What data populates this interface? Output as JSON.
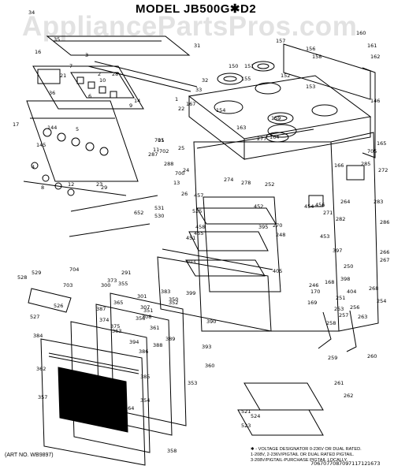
{
  "title": "MODEL  JB500G✱D2",
  "watermark": "AppliancePartsPros.com",
  "art_number": "(ART NO. WB9897)",
  "notes": [
    "✱ - VOLTAGE DESIGNATOR 0-236V OR DUAL RATED.",
    "1-208V, 2-236V/PIGTAIL OR DUAL RATED PIGTAIL.",
    "3-208V/PIGTAIL-PURCHASE PIGTAIL LOCALLY."
  ],
  "part_numbers": [
    "1",
    "2",
    "3",
    "4",
    "5",
    "6",
    "7",
    "8",
    "9",
    "10",
    "11",
    "12",
    "13",
    "14",
    "15",
    "16",
    "17",
    "21",
    "22",
    "23",
    "24",
    "25",
    "26",
    "28",
    "29",
    "31",
    "32",
    "33",
    "34",
    "35",
    "36",
    "144",
    "145",
    "146",
    "150",
    "151",
    "152",
    "153",
    "154",
    "155",
    "156",
    "157",
    "158",
    "159",
    "160",
    "161",
    "162",
    "163",
    "164",
    "165",
    "166",
    "167",
    "168",
    "169",
    "170",
    "246",
    "248",
    "250",
    "251",
    "252",
    "253",
    "254",
    "256",
    "257",
    "258",
    "259",
    "260",
    "261",
    "262",
    "263",
    "264",
    "266",
    "267",
    "268",
    "270",
    "271",
    "272",
    "274",
    "277",
    "278",
    "282",
    "283",
    "285",
    "286",
    "287",
    "288",
    "291",
    "300",
    "301",
    "307",
    "308",
    "350",
    "351",
    "352",
    "353",
    "354",
    "355",
    "356",
    "357",
    "358",
    "359",
    "360",
    "361",
    "362",
    "363",
    "364",
    "365",
    "373",
    "374",
    "375",
    "383",
    "384",
    "385",
    "386",
    "387",
    "388",
    "389",
    "390",
    "393",
    "394",
    "395",
    "397",
    "398",
    "399",
    "403",
    "404",
    "405",
    "451",
    "452",
    "453",
    "454",
    "455",
    "456",
    "457",
    "458",
    "521",
    "523",
    "524",
    "525",
    "526",
    "527",
    "528",
    "529",
    "530",
    "531",
    "652",
    "700",
    "701",
    "702",
    "703",
    "704",
    "705",
    "706",
    "707",
    "708",
    "709",
    "711",
    "712",
    "1673"
  ]
}
